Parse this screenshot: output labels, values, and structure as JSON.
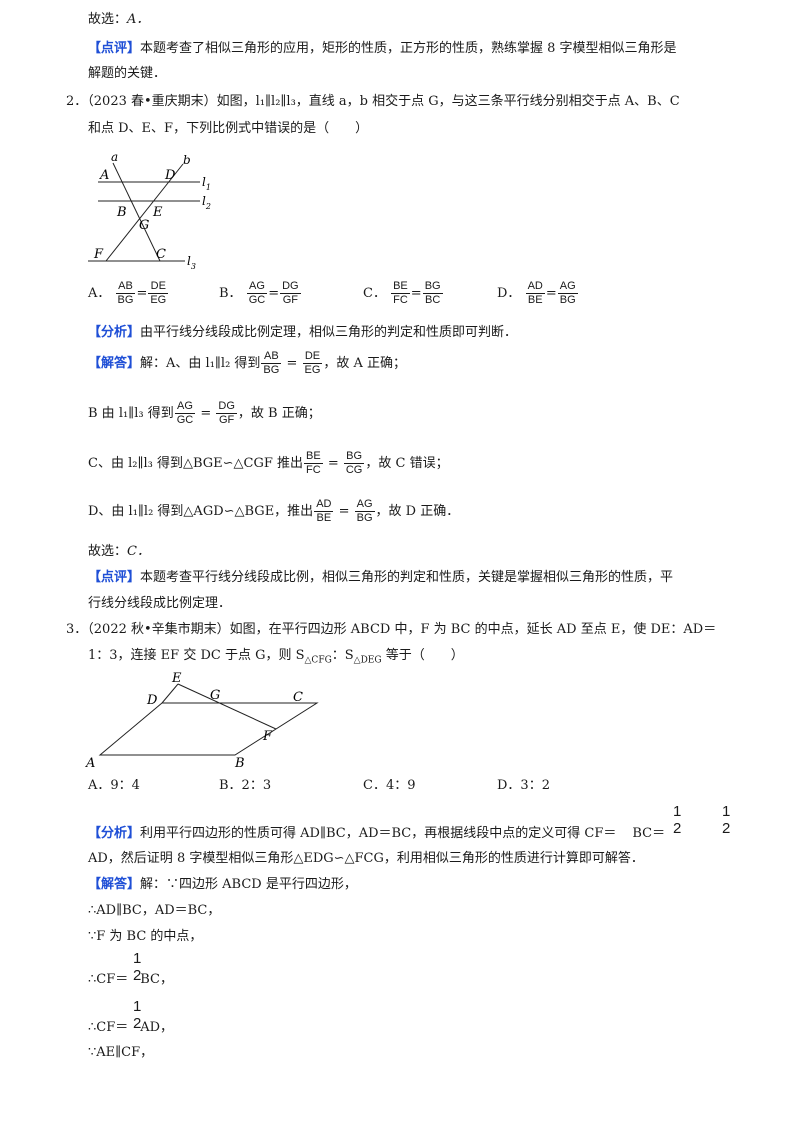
{
  "p1": {
    "answer_prefix": "故选：",
    "answer": "A．",
    "comment_tag": "【点评】",
    "comment_l1": "本题考查了相似三角形的应用，矩形的性质，正方形的性质，熟练掌握 8 字模型相似三角形是",
    "comment_l2": "解题的关键．"
  },
  "q2": {
    "number": "2．",
    "stem_l1": "（2023 春•重庆期末）如图，l₁∥l₂∥l₃，直线 a，b 相交于点 G，与这三条平行线分别相交于点 A、B、C",
    "stem_l2": "和点 D、E、F，下列比例式中错误的是（　　）",
    "fig_labels": {
      "a": "a",
      "b": "b",
      "A": "A",
      "D": "D",
      "B": "B",
      "E": "E",
      "G": "G",
      "F": "F",
      "C": "C",
      "l1": "l",
      "l1s": "1",
      "l2": "l",
      "l2s": "2",
      "l3": "l",
      "l3s": "3"
    },
    "options": [
      {
        "key": "A．",
        "n1": "AB",
        "d1": "BG",
        "n2": "DE",
        "d2": "EG"
      },
      {
        "key": "B．",
        "n1": "AG",
        "d1": "GC",
        "n2": "DG",
        "d2": "GF"
      },
      {
        "key": "C．",
        "n1": "BE",
        "d1": "FC",
        "n2": "BG",
        "d2": "BC"
      },
      {
        "key": "D．",
        "n1": "AD",
        "d1": "BE",
        "n2": "AG",
        "d2": "BG"
      }
    ],
    "analysis_tag": "【分析】",
    "analysis": "由平行线分线段成比例定理，相似三角形的判定和性质即可判断．",
    "solution_tag": "【解答】",
    "sol_a_pre": "解：A、由 l₁∥l₂ 得到",
    "sol_a_frac": {
      "n1": "AB",
      "d1": "BG",
      "n2": "DE",
      "d2": "EG"
    },
    "sol_a_post": "，故 A 正确；",
    "sol_b_pre": "B 由 l₁∥l₃ 得到",
    "sol_b_frac": {
      "n1": "AG",
      "d1": "GC",
      "n2": "DG",
      "d2": "GF"
    },
    "sol_b_post": "，故 B 正确；",
    "sol_c_pre": "C、由 l₂∥l₃ 得到△BGE∽△CGF 推出",
    "sol_c_frac": {
      "n1": "BE",
      "d1": "FC",
      "n2": "BG",
      "d2": "CG"
    },
    "sol_c_post": "，故 C 错误；",
    "sol_d_pre": "D、由 l₁∥l₂ 得到△AGD∽△BGE，推出",
    "sol_d_frac": {
      "n1": "AD",
      "d1": "BE",
      "n2": "AG",
      "d2": "BG"
    },
    "sol_d_post": "，故 D 正确．",
    "answer_prefix": "故选：",
    "answer": "C．",
    "comment_tag": "【点评】",
    "comment_l1": "本题考查平行线分线段成比例，相似三角形的判定和性质，关键是掌握相似三角形的性质，平",
    "comment_l2": "行线分线段成比例定理．"
  },
  "q3": {
    "number": "3．",
    "stem_l1": "（2022 秋•辛集市期末）如图，在平行四边形 ABCD 中，F 为 BC 的中点，延长 AD 至点 E，使 DE：AD＝",
    "stem_l2_pre": "1：3，连接 EF 交 DC 于点 G，则 S",
    "stem_l2_sub1": "△CFG",
    "stem_l2_mid": "：S",
    "stem_l2_sub2": "△DEG",
    "stem_l2_post": " 等于（　　）",
    "fig_labels": {
      "E": "E",
      "D": "D",
      "G": "G",
      "C": "C",
      "F": "F",
      "A": "A",
      "B": "B"
    },
    "options": [
      "A．9：4",
      "B．2：3",
      "C．4：9",
      "D．3：2"
    ],
    "analysis_tag": "【分析】",
    "analysis_l1_pre": "利用平行四边形的性质可得 AD∥BC，AD＝BC，再根据线段中点的定义可得 CF＝",
    "half_n": "1",
    "half_d": "2",
    "analysis_l1_mid": "BC＝",
    "analysis_l2": "AD，然后证明 8 字模型相似三角形△EDG∽△FCG，利用相似三角形的性质进行计算即可解答．",
    "solution_tag": "【解答】",
    "sol_l1": "解：∵四边形 ABCD 是平行四边形，",
    "sol_l2": "∴AD∥BC，AD＝BC，",
    "sol_l3": "∵F 为 BC 的中点，",
    "sol_l4_pre": "∴CF＝",
    "sol_l4_post": "BC，",
    "sol_l5_pre": "∴CF＝",
    "sol_l5_post": "AD，",
    "sol_l6": "∵AE∥CF，"
  }
}
